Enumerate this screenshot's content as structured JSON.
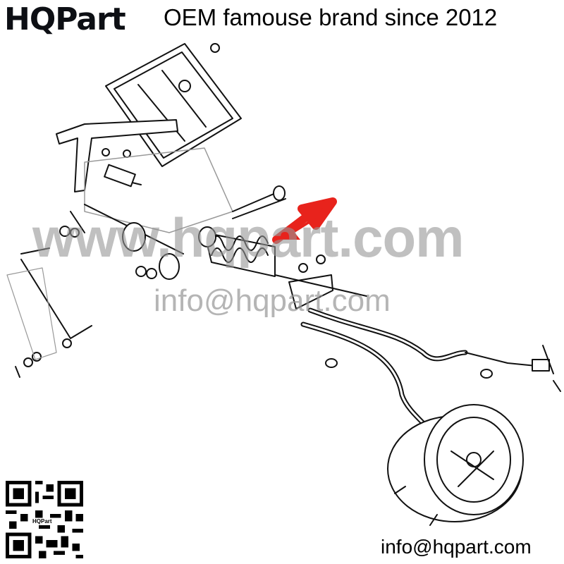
{
  "header": {
    "logo": "HQPart",
    "tagline": "OEM famouse brand since 2012"
  },
  "watermarks": {
    "website": "www.hqpart.com",
    "email": "info@hqpart.com"
  },
  "footer": {
    "email": "info@hqpart.com",
    "qr_label": "HQPart"
  },
  "colors": {
    "arrow": "#e8231c",
    "line": "#111111",
    "watermark": "#969696"
  }
}
